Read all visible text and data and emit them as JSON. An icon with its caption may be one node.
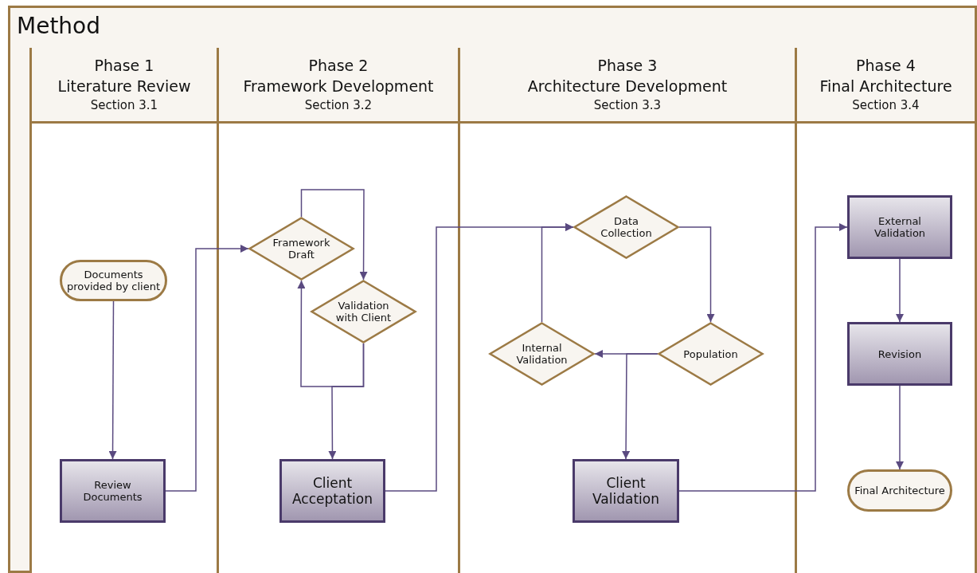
{
  "diagram": {
    "nodes": [
      {
        "text": [
          "Method"
        ]
      },
      {
        "text": [
          "Phase 1",
          "Literature Review",
          "Section 3.1"
        ],
        "in": 0
      },
      {
        "text": [
          "Phase 2",
          "Framework Development",
          "Section 3.2"
        ],
        "in": 0
      },
      {
        "text": [
          "Phase 3",
          "Architecture Development",
          "Section 3.3"
        ],
        "in": 0
      },
      {
        "text": [
          "Phase 4",
          "Final Architecture",
          "Section 3.4"
        ],
        "in": 0
      },
      {
        "text": [
          "Documents provided by client"
        ],
        "in": 1
      },
      {
        "text": [
          "Review Documents"
        ],
        "in": 1
      },
      {
        "text": [
          "Framework Draft"
        ],
        "in": 2
      },
      {
        "text": [
          "Validation with Client"
        ],
        "in": 2
      },
      {
        "text": [
          "Client Acceptation"
        ],
        "in": 2
      },
      {
        "text": [
          "Data Collection"
        ],
        "in": 3
      },
      {
        "text": [
          "Internal Validation"
        ],
        "in": 3
      },
      {
        "text": [
          "Population"
        ],
        "in": 3
      },
      {
        "text": [
          "Client Validation"
        ],
        "in": 3
      },
      {
        "text": [
          "External Validation"
        ],
        "in": 4
      },
      {
        "text": [
          "Revision"
        ],
        "in": 4
      },
      {
        "text": [
          "Final Architecture"
        ],
        "in": 4
      }
    ],
    "edges": [
      {
        "from": 5,
        "to": 6,
        "arrow": "to"
      },
      {
        "from": 6,
        "to": 7,
        "arrow": "to"
      },
      {
        "from": 7,
        "to": 8,
        "arrow": "to"
      },
      {
        "from": 8,
        "to": 7,
        "arrow": "to"
      },
      {
        "from": 8,
        "to": 9,
        "arrow": "to"
      },
      {
        "from": 9,
        "to": 10,
        "arrow": "to"
      },
      {
        "from": 10,
        "to": 12,
        "arrow": "to"
      },
      {
        "from": 12,
        "to": 11,
        "arrow": "to"
      },
      {
        "from": 12,
        "to": 13,
        "arrow": "to"
      },
      {
        "from": 11,
        "to": 10,
        "arrow": "to"
      },
      {
        "from": 13,
        "to": 14,
        "arrow": "to"
      },
      {
        "from": 14,
        "to": 15,
        "arrow": "to"
      },
      {
        "from": 15,
        "to": 16,
        "arrow": "to"
      }
    ]
  }
}
